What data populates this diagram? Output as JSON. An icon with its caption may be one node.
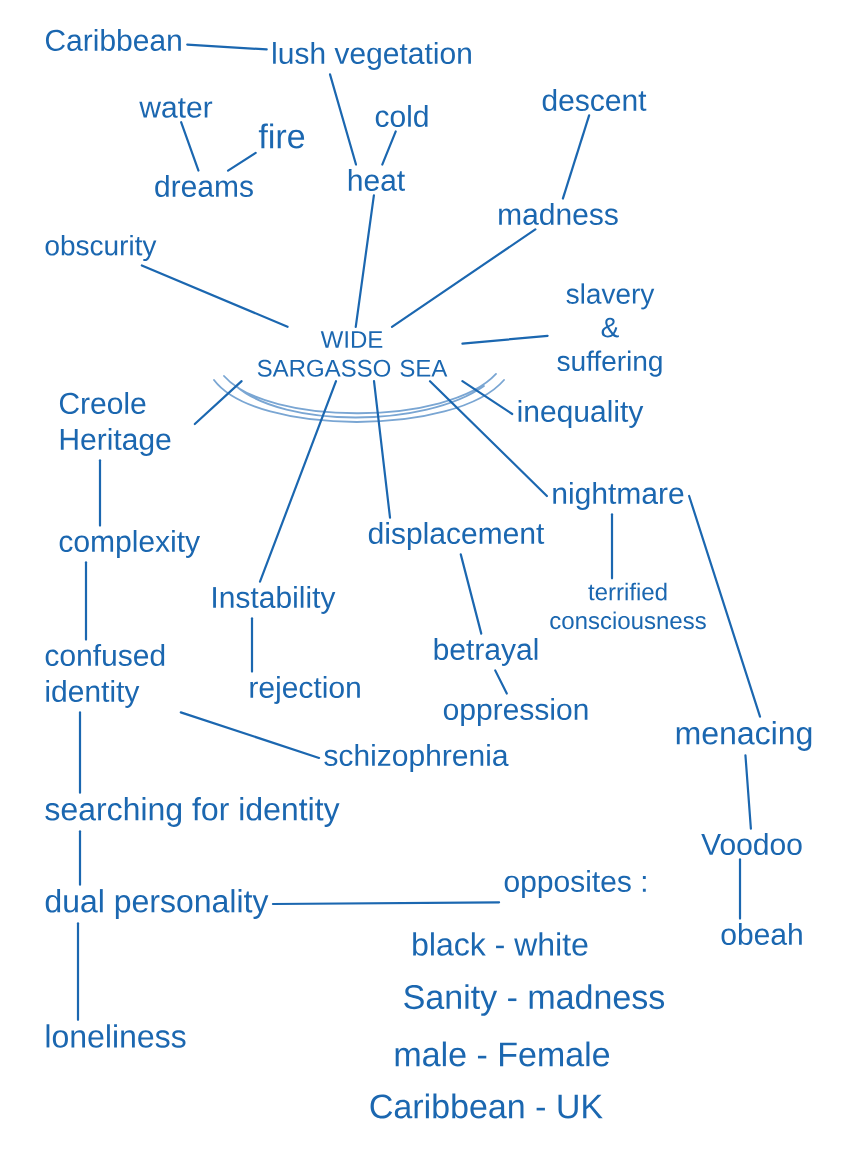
{
  "diagram": {
    "nodes": [
      {
        "text": [
          "Caribbean"
        ]
      },
      {
        "text": [
          "lush vegetation"
        ]
      },
      {
        "text": [
          "water"
        ]
      },
      {
        "text": [
          "fire"
        ]
      },
      {
        "text": [
          "cold"
        ]
      },
      {
        "text": [
          "dreams"
        ]
      },
      {
        "text": [
          "heat"
        ]
      },
      {
        "text": [
          "descent"
        ]
      },
      {
        "text": [
          "madness"
        ]
      },
      {
        "text": [
          "obscurity"
        ]
      },
      {
        "text": [
          "WIDE SARGASSO SEA"
        ]
      },
      {
        "text": [
          "slavery & suffering"
        ]
      },
      {
        "text": [
          "Creole Heritage"
        ]
      },
      {
        "text": [
          "inequality"
        ]
      },
      {
        "text": [
          "nightmare"
        ]
      },
      {
        "text": [
          "complexity"
        ]
      },
      {
        "text": [
          "displacement"
        ]
      },
      {
        "text": [
          "terrified consciousness"
        ]
      },
      {
        "text": [
          "Instability"
        ]
      },
      {
        "text": [
          "betrayal"
        ]
      },
      {
        "text": [
          "confused identity"
        ]
      },
      {
        "text": [
          "rejection"
        ]
      },
      {
        "text": [
          "oppression"
        ]
      },
      {
        "text": [
          "menacing"
        ]
      },
      {
        "text": [
          "schizophrenia"
        ]
      },
      {
        "text": [
          "searching for identity"
        ]
      },
      {
        "text": [
          "Voodoo"
        ]
      },
      {
        "text": [
          "dual personality"
        ]
      },
      {
        "text": [
          "opposites :"
        ]
      },
      {
        "text": [
          "obeah"
        ]
      },
      {
        "text": [
          "loneliness"
        ]
      }
    ],
    "edges": [
      {
        "from": 0,
        "to": 1,
        "arrow": "none"
      },
      {
        "from": 1,
        "to": 6,
        "arrow": "none"
      },
      {
        "from": 4,
        "to": 6,
        "arrow": "none"
      },
      {
        "from": 2,
        "to": 5,
        "arrow": "none"
      },
      {
        "from": 3,
        "to": 5,
        "arrow": "none"
      },
      {
        "from": 6,
        "to": 10,
        "arrow": "none"
      },
      {
        "from": 9,
        "to": 10,
        "arrow": "none"
      },
      {
        "from": 7,
        "to": 8,
        "arrow": "none"
      },
      {
        "from": 8,
        "to": 10,
        "arrow": "none"
      },
      {
        "from": 10,
        "to": 11,
        "arrow": "none"
      },
      {
        "from": 10,
        "to": 12,
        "arrow": "none"
      },
      {
        "from": 10,
        "to": 13,
        "arrow": "none"
      },
      {
        "from": 10,
        "to": 14,
        "arrow": "none"
      },
      {
        "from": 10,
        "to": 18,
        "arrow": "none"
      },
      {
        "from": 10,
        "to": 16,
        "arrow": "none"
      },
      {
        "from": 12,
        "to": 15,
        "arrow": "none"
      },
      {
        "from": 15,
        "to": 20,
        "arrow": "none"
      },
      {
        "from": 20,
        "to": 24,
        "arrow": "none"
      },
      {
        "from": 20,
        "to": 25,
        "arrow": "none"
      },
      {
        "from": 25,
        "to": 27,
        "arrow": "none"
      },
      {
        "from": 27,
        "to": 30,
        "arrow": "none"
      },
      {
        "from": 27,
        "to": 28,
        "arrow": "none"
      },
      {
        "from": 18,
        "to": 21,
        "arrow": "none"
      },
      {
        "from": 16,
        "to": 19,
        "arrow": "none"
      },
      {
        "from": 19,
        "to": 22,
        "arrow": "none"
      },
      {
        "from": 14,
        "to": 17,
        "arrow": "none"
      },
      {
        "from": 14,
        "to": 23,
        "arrow": "none"
      },
      {
        "from": 23,
        "to": 26,
        "arrow": "none"
      },
      {
        "from": 26,
        "to": 29,
        "arrow": "none"
      }
    ],
    "labels": [
      "black - white",
      "Sanity - madness",
      "male - Female",
      "Caribbean - UK"
    ]
  }
}
